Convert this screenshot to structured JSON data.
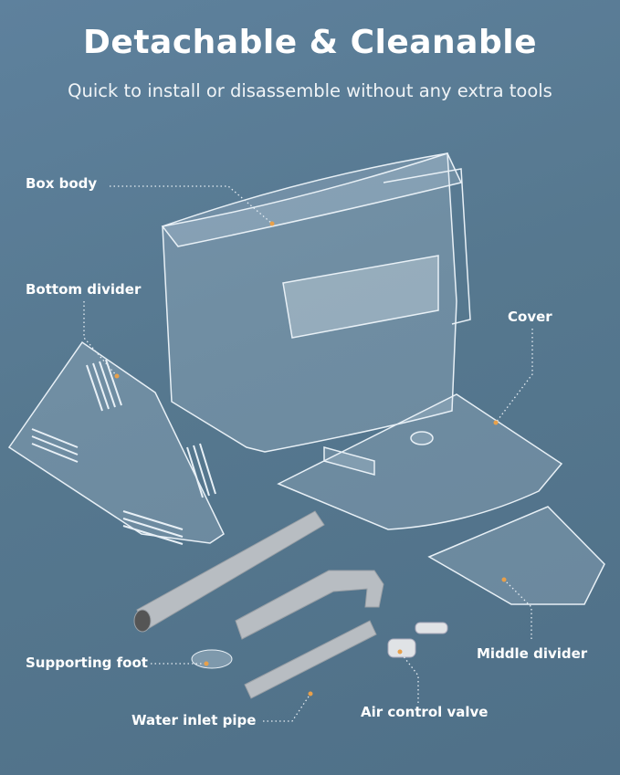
{
  "header": {
    "title": "Detachable & Cleanable",
    "subtitle": "Quick to install or disassemble without any extra tools"
  },
  "labels": {
    "box_body": "Box body",
    "bottom_divider": "Bottom divider",
    "cover": "Cover",
    "middle_divider": "Middle divider",
    "supporting_foot": "Supporting foot",
    "water_inlet_pipe": "Water inlet pipe",
    "air_control_valve": "Air control valve"
  },
  "colors": {
    "background": "#56788f",
    "marker": "#e8a04a",
    "part": "#d8e3ec"
  }
}
